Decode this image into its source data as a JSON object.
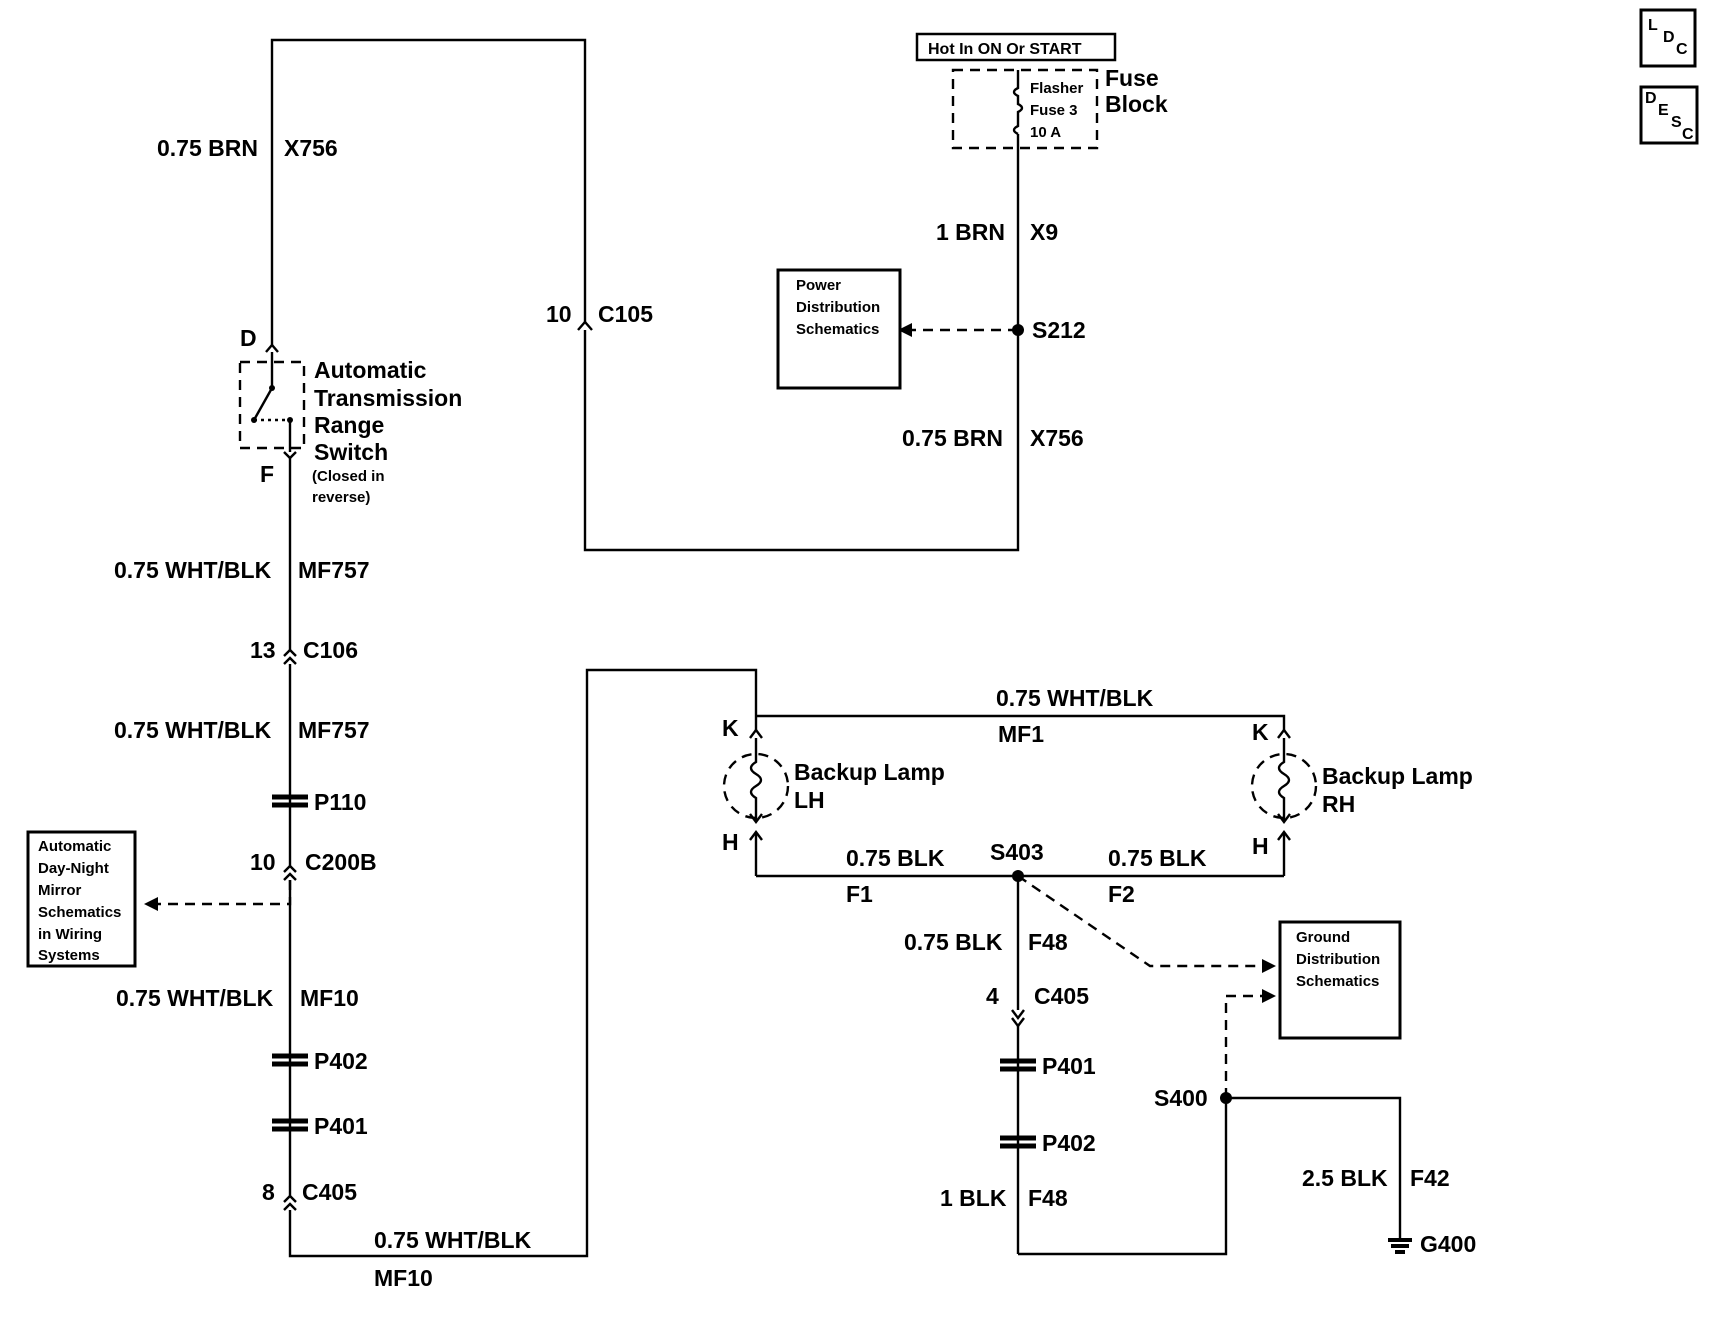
{
  "icons": {
    "ldc": [
      "L",
      "D",
      "C"
    ],
    "desc": [
      "D",
      "E",
      "S",
      "C"
    ]
  },
  "hot_label": "Hot In ON Or START",
  "fuse_block": {
    "name_line1": "Fuse",
    "name_line2": "Block",
    "fuse_line1": "Flasher",
    "fuse_line2": "Fuse 3",
    "fuse_line3": "10 A"
  },
  "power_box": [
    "Power",
    "Distribution",
    "Schematics"
  ],
  "ground_box": [
    "Ground",
    "Distribution",
    "Schematics"
  ],
  "mirror_box": [
    "Automatic",
    "Day-Night",
    "Mirror",
    "Schematics",
    "in Wiring",
    "Systems"
  ],
  "switch": {
    "pin_top": "D",
    "pin_bottom": "F",
    "name": [
      "Automatic",
      "Transmission",
      "Range",
      "Switch"
    ],
    "note": [
      "(Closed in",
      "reverse)"
    ]
  },
  "wires": {
    "left_top_gauge": "0.75 BRN",
    "left_top_circuit": "X756",
    "c105_pin": "10",
    "c105": "C105",
    "x9_gauge": "1 BRN",
    "x9": "X9",
    "s212": "S212",
    "right_x756_gauge": "0.75 BRN",
    "right_x756": "X756",
    "mf757a_gauge": "0.75 WHT/BLK",
    "mf757a": "MF757",
    "c106_pin": "13",
    "c106": "C106",
    "mf757b_gauge": "0.75 WHT/BLK",
    "mf757b": "MF757",
    "p110": "P110",
    "c200b_pin": "10",
    "c200b": "C200B",
    "mf10_gauge": "0.75 WHT/BLK",
    "mf10": "MF10",
    "p402_left": "P402",
    "p401_left": "P401",
    "c405_left_pin": "8",
    "c405_left": "C405",
    "bottom_gauge": "0.75 WHT/BLK",
    "bottom_circuit": "MF10",
    "mf1_gauge": "0.75 WHT/BLK",
    "mf1": "MF1",
    "k_left": "K",
    "h_left": "H",
    "k_right": "K",
    "h_right": "H",
    "lamp_lh_line1": "Backup Lamp",
    "lamp_lh_line2": "LH",
    "lamp_rh_line1": "Backup Lamp",
    "lamp_rh_line2": "RH",
    "f1_gauge": "0.75 BLK",
    "f1": "F1",
    "s403": "S403",
    "f2_gauge": "0.75 BLK",
    "f2": "F2",
    "f48_gauge": "0.75 BLK",
    "f48": "F48",
    "c405_right_pin": "4",
    "c405_right": "C405",
    "p401_right": "P401",
    "p402_right": "P402",
    "s400": "S400",
    "f48b_gauge": "1 BLK",
    "f48b": "F48",
    "f42_gauge": "2.5 BLK",
    "f42": "F42",
    "g400": "G400"
  }
}
